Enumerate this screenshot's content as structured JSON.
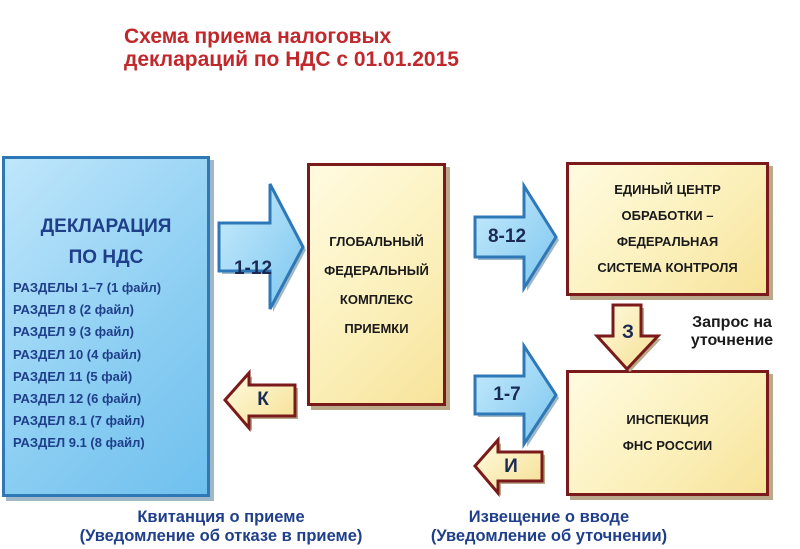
{
  "title": {
    "line1": "Схема приема налоговых",
    "line2": "деклараций по НДС с 01.01.2015"
  },
  "declaration": {
    "heading1": "ДЕКЛАРАЦИЯ",
    "heading2": "ПО НДС",
    "sections": [
      "РАЗДЕЛЫ 1–7 (1 файл)",
      "РАЗДЕЛ 8 (2 файл)",
      "РАЗДЕЛ 9 (3 файл)",
      "РАЗДЕЛ 10 (4 файл)",
      "РАЗДЕЛ 11 (5 фай)",
      "РАЗДЕЛ 12 (6 файл)",
      "РАЗДЕЛ 8.1 (7 файл)",
      "РАЗДЕЛ 9.1 (8 файл)"
    ]
  },
  "global_complex": {
    "lines": [
      "ГЛОБАЛЬНЫЙ",
      "ФЕДЕРАЛЬНЫЙ",
      "КОМПЛЕКС",
      "ПРИЕМКИ"
    ]
  },
  "unified_center": {
    "lines": [
      "ЕДИНЫЙ  ЦЕНТР",
      "ОБРАБОТКИ –",
      "ФЕДЕРАЛЬНАЯ",
      "СИСТЕМА КОНТРОЛЯ"
    ]
  },
  "inspection": {
    "lines": [
      "ИНСПЕКЦИЯ",
      "ФНС РОССИИ"
    ]
  },
  "arrows": {
    "a1": "1-12",
    "a2": "8-12",
    "a3": "1-7",
    "k": "К",
    "z": "З",
    "i": "И"
  },
  "notes": {
    "request_line1": "Запрос на",
    "request_line2": "уточнение"
  },
  "captions": {
    "left_line1": "Квитанция о приеме",
    "left_line2": "(Уведомление об отказе в приеме)",
    "right_line1": "Извещение о вводе",
    "right_line2": "(Уведомление об уточнении)"
  },
  "colors": {
    "title": "#c0282c",
    "blue_box": "#8ecff3",
    "blue_border": "#2f78b8",
    "cream_box": "#fbefb8",
    "dark_border": "#7b1a1a"
  }
}
